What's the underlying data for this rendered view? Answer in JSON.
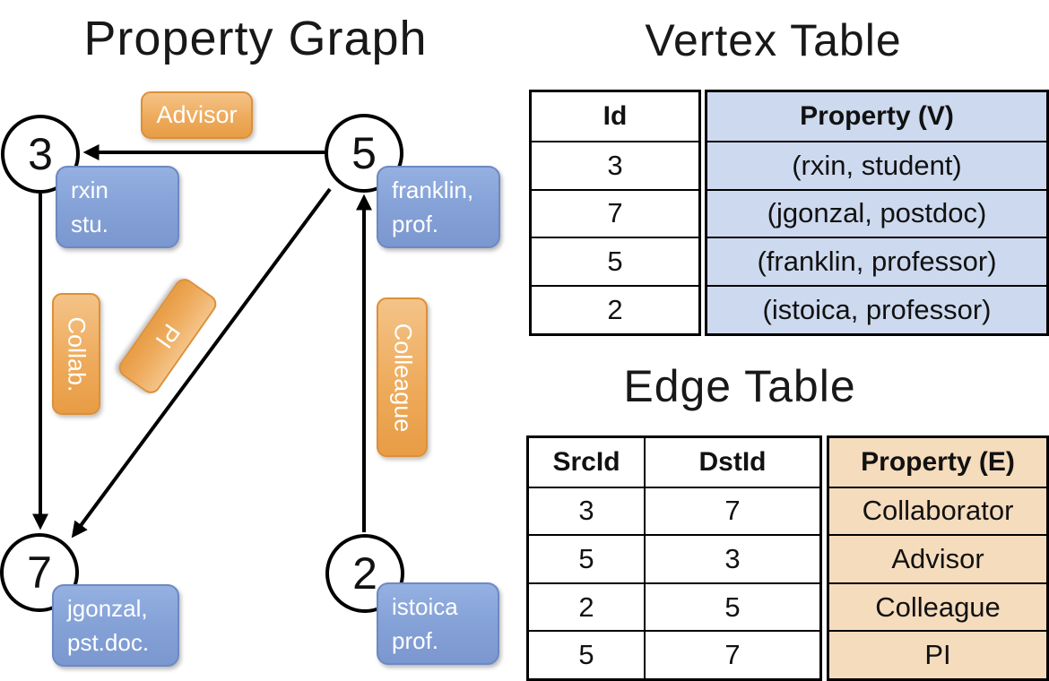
{
  "left": {
    "title": "Property Graph",
    "nodes": {
      "n3": {
        "id": "3",
        "line1": "rxin",
        "line2": "stu."
      },
      "n5": {
        "id": "5",
        "line1": "franklin,",
        "line2": "prof."
      },
      "n7": {
        "id": "7",
        "line1": "jgonzal,",
        "line2": "pst.doc."
      },
      "n2": {
        "id": "2",
        "line1": "istoica",
        "line2": "prof."
      }
    },
    "edge_labels": {
      "advisor": "Advisor",
      "collab": "Collab.",
      "pi": "PI",
      "colleague": "Colleague"
    },
    "edges": [
      {
        "from": "5",
        "to": "3",
        "label": "Advisor"
      },
      {
        "from": "3",
        "to": "7",
        "label": "Collab."
      },
      {
        "from": "5",
        "to": "7",
        "label": "PI"
      },
      {
        "from": "2",
        "to": "5",
        "label": "Colleague"
      }
    ]
  },
  "vertex_table": {
    "title": "Vertex Table",
    "col_id": "Id",
    "col_property": "Property (V)",
    "rows": [
      {
        "id": "3",
        "property": "(rxin, student)"
      },
      {
        "id": "7",
        "property": "(jgonzal, postdoc)"
      },
      {
        "id": "5",
        "property": "(franklin, professor)"
      },
      {
        "id": "2",
        "property": "(istoica, professor)"
      }
    ]
  },
  "edge_table": {
    "title": "Edge Table",
    "col_src": "SrcId",
    "col_dst": "DstId",
    "col_property": "Property (E)",
    "rows": [
      {
        "src": "3",
        "dst": "7",
        "property": "Collaborator"
      },
      {
        "src": "5",
        "dst": "3",
        "property": "Advisor"
      },
      {
        "src": "2",
        "dst": "5",
        "property": "Colleague"
      },
      {
        "src": "5",
        "dst": "7",
        "property": "PI"
      }
    ]
  },
  "colors": {
    "edge_label_orange": "#EBA44F",
    "vertex_box_blue": "#87A3D8",
    "vertex_table_fill": "#CDD9EE",
    "edge_table_fill": "#F5DCBD",
    "line_black": "#000000"
  }
}
